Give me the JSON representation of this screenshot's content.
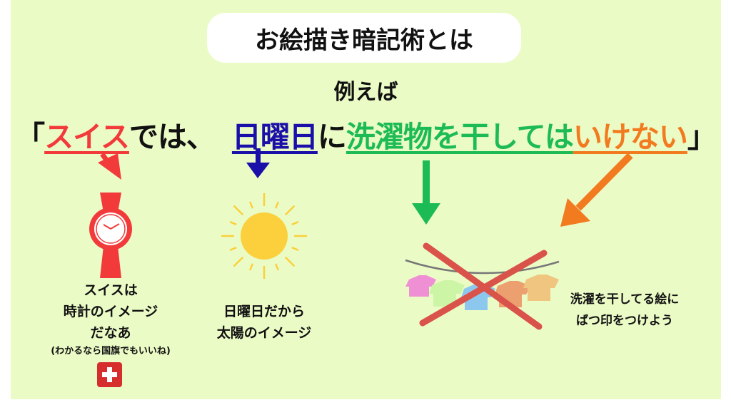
{
  "title": "お絵描き暗記術とは",
  "example_label": "例えば",
  "sentence": {
    "open": "「",
    "part1": "スイス",
    "part2": "では、",
    "part3": "日曜日",
    "part4": "に",
    "part5": "洗濯物を干しては",
    "part6": "いけない",
    "close": "」"
  },
  "colors": {
    "red": "#f23a3a",
    "blue": "#1a0fa8",
    "green": "#1dbb55",
    "orange": "#f27a1f",
    "background": "#ebfbc6"
  },
  "captions": {
    "watch": [
      "スイスは",
      "時計のイメージ",
      "だなあ"
    ],
    "watch_note": "(わかるなら国旗でもいいね)",
    "sun": [
      "日曜日だから",
      "太陽のイメージ"
    ],
    "laundry": [
      "洗濯を干してる絵に",
      "ばつ印をつけよう"
    ]
  }
}
